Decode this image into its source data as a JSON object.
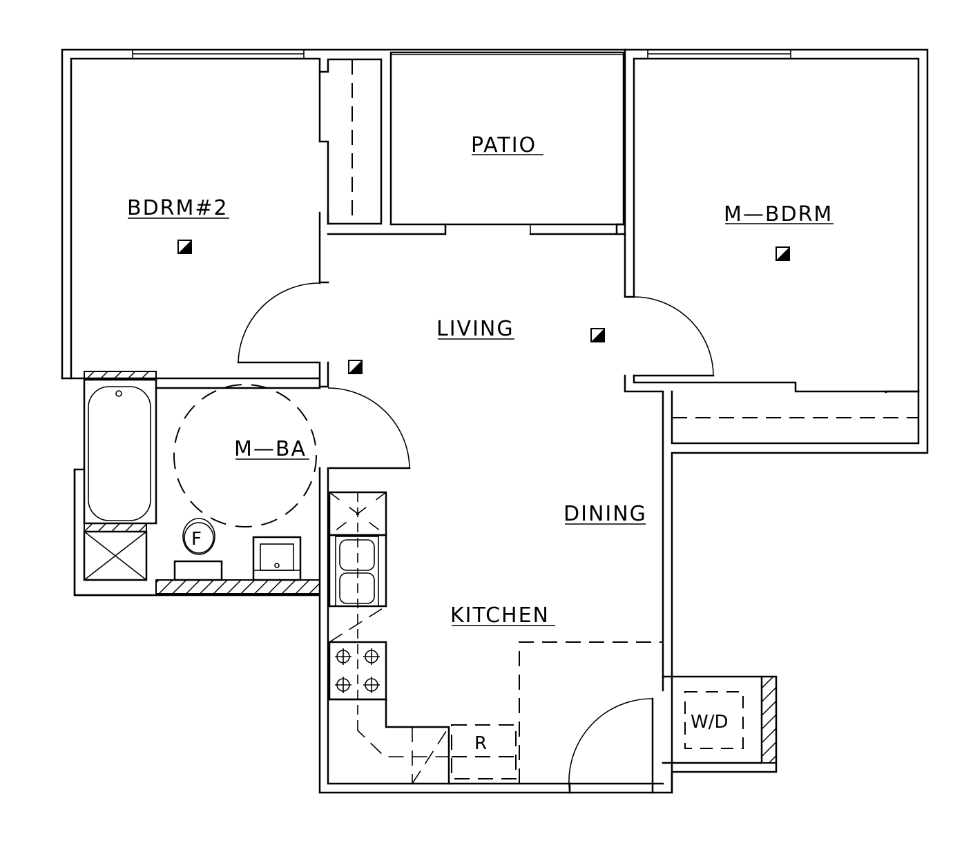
{
  "plan": {
    "rooms": [
      {
        "id": "bdrm2",
        "label": "BDRM#2"
      },
      {
        "id": "patio",
        "label": "PATIO"
      },
      {
        "id": "mbdrm",
        "label": "M—BDRM"
      },
      {
        "id": "living",
        "label": "LIVING"
      },
      {
        "id": "mba",
        "label": "M—BA"
      },
      {
        "id": "dining",
        "label": "DINING"
      },
      {
        "id": "kitchen",
        "label": "KITCHEN"
      }
    ],
    "fixtures": {
      "refrigerator": "R",
      "washer_dryer": "W/D",
      "furnace": "F"
    },
    "symbols": {
      "smoke_detector": "smoke-detector-icon"
    },
    "colors": {
      "line": "#000000",
      "background": "#ffffff"
    }
  }
}
